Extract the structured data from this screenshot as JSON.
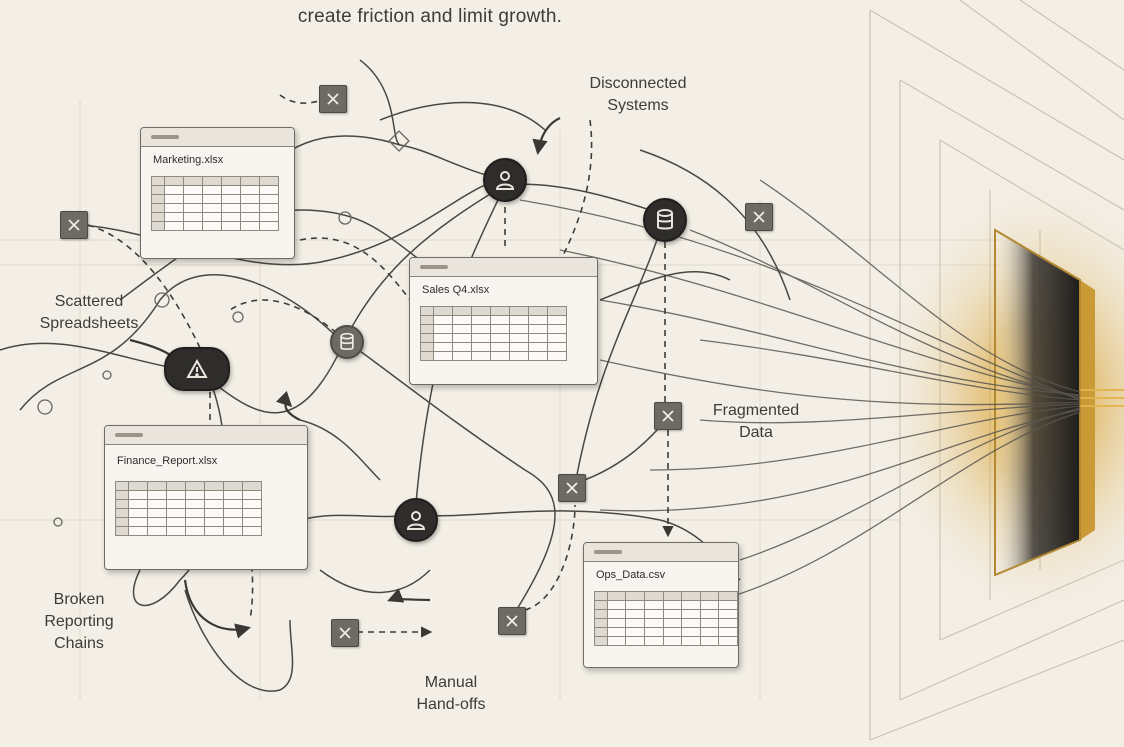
{
  "caption": "create friction and limit growth.",
  "labels": {
    "disconnected": [
      "Disconnected",
      "Systems"
    ],
    "scattered": [
      "Scattered",
      "Spreadsheets"
    ],
    "fragmented": [
      "Fragmented",
      "Data"
    ],
    "broken": [
      "Broken",
      "Reporting",
      "Chains"
    ],
    "manual": [
      "Manual",
      "Hand-offs"
    ]
  },
  "files": {
    "marketing": "Marketing.xlsx",
    "sales": "Sales Q4.xlsx",
    "finance": "Finance_Report.xlsx",
    "ops": "Ops_Data.csv"
  },
  "icons": {
    "user": "user-icon",
    "database": "database-icon",
    "cloud_warning": "cloud-warning-icon",
    "close": "close-icon"
  },
  "colors": {
    "background": "#f3efe6",
    "node": "#2e2d2b",
    "xbox": "#6e6a64",
    "glow": "#e8b84a"
  }
}
